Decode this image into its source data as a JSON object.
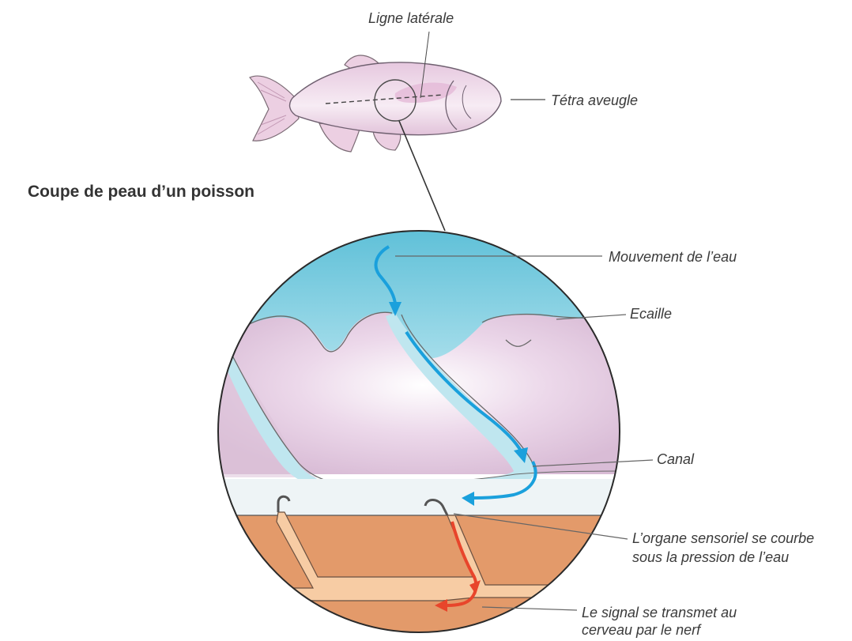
{
  "title": "Coupe de peau d’un poisson",
  "labels": {
    "lateral_line": "Ligne latérale",
    "fish_name": "Tétra aveugle",
    "water_movement": "Mouvement de l’eau",
    "scale": "Ecaille",
    "canal": "Canal",
    "sensory_organ_line1": "L’organe sensoriel se courbe",
    "sensory_organ_line2": "sous la pression de l’eau",
    "signal_line1": "Le signal se transmet au",
    "signal_line2": "cerveau par le nerf"
  },
  "colors": {
    "water": "#7fcde0",
    "water_deep": "#bfe6ef",
    "fish_body": "#f0d8ea",
    "skin": "#e7cde3",
    "scale_outline": "#6a6a6a",
    "muscle": "#e39a6a",
    "nerve": "#f5c9a0",
    "water_arrow": "#1aa0dc",
    "signal_arrow": "#e8452b"
  }
}
